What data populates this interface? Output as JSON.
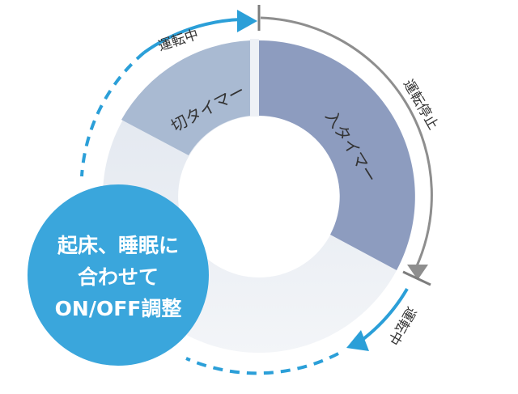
{
  "segments": {
    "off_timer": "切タイマー",
    "on_timer": "入タイマー"
  },
  "arc_labels": {
    "running_top": "運転中",
    "stopped": "運転停止",
    "running_bottom": "運転中"
  },
  "bubble": {
    "line1": "起床、睡眠に",
    "line2": "合わせて",
    "line3": "ON/OFF調整"
  },
  "colors": {
    "on_timer_segment": "#8d9cbf",
    "off_timer_segment": "#a9bad2",
    "arrow_blue": "#2b9fd8",
    "arrow_gray": "#8e8e8e",
    "bubble": "#3aa6dc"
  }
}
